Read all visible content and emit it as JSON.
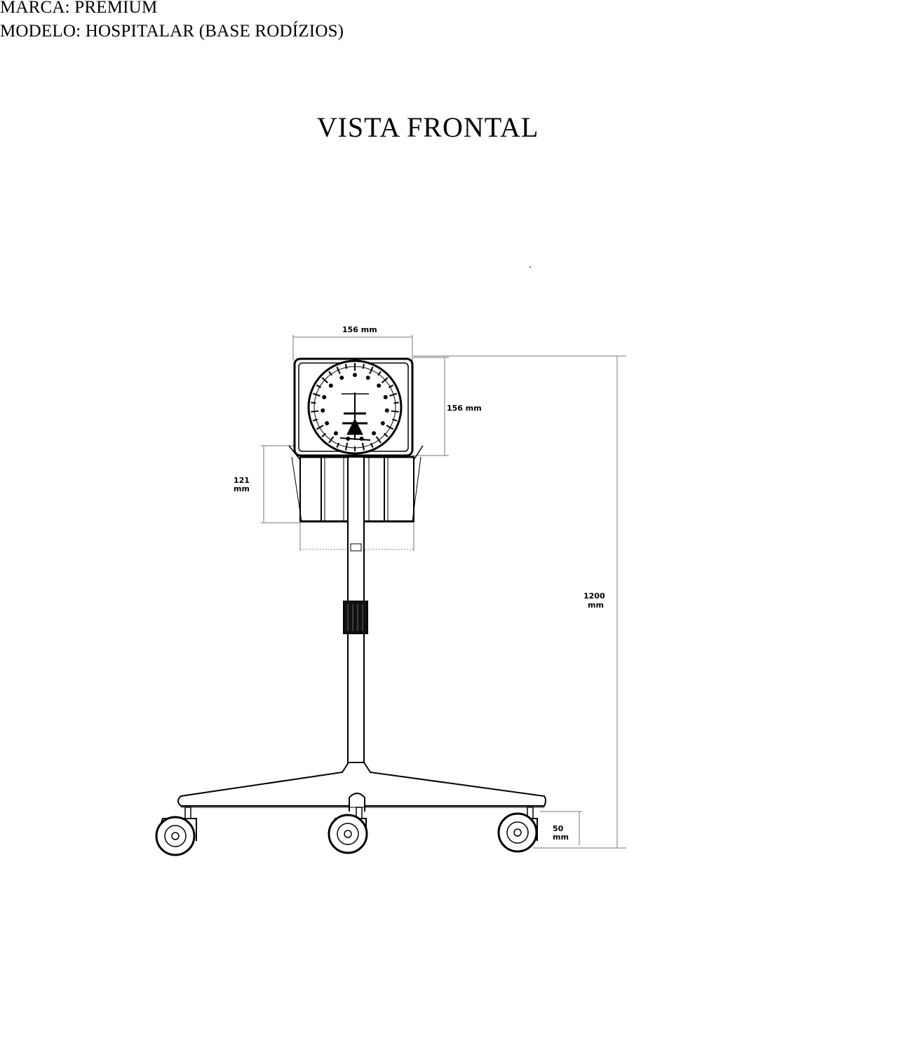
{
  "header": {
    "brand": "MARCA: PREMIUM",
    "model": "MODELO: HOSPITALAR  (BASE RODÍZIOS)"
  },
  "view_title": "VISTA FRONTAL",
  "dimensions": {
    "gauge_width": "156 mm",
    "gauge_height": "156 mm",
    "basket_height_value": "121",
    "basket_height_unit": "mm",
    "total_height_value": "1200",
    "total_height_unit": "mm",
    "caster_height_value": "50",
    "caster_height_unit": "mm"
  }
}
